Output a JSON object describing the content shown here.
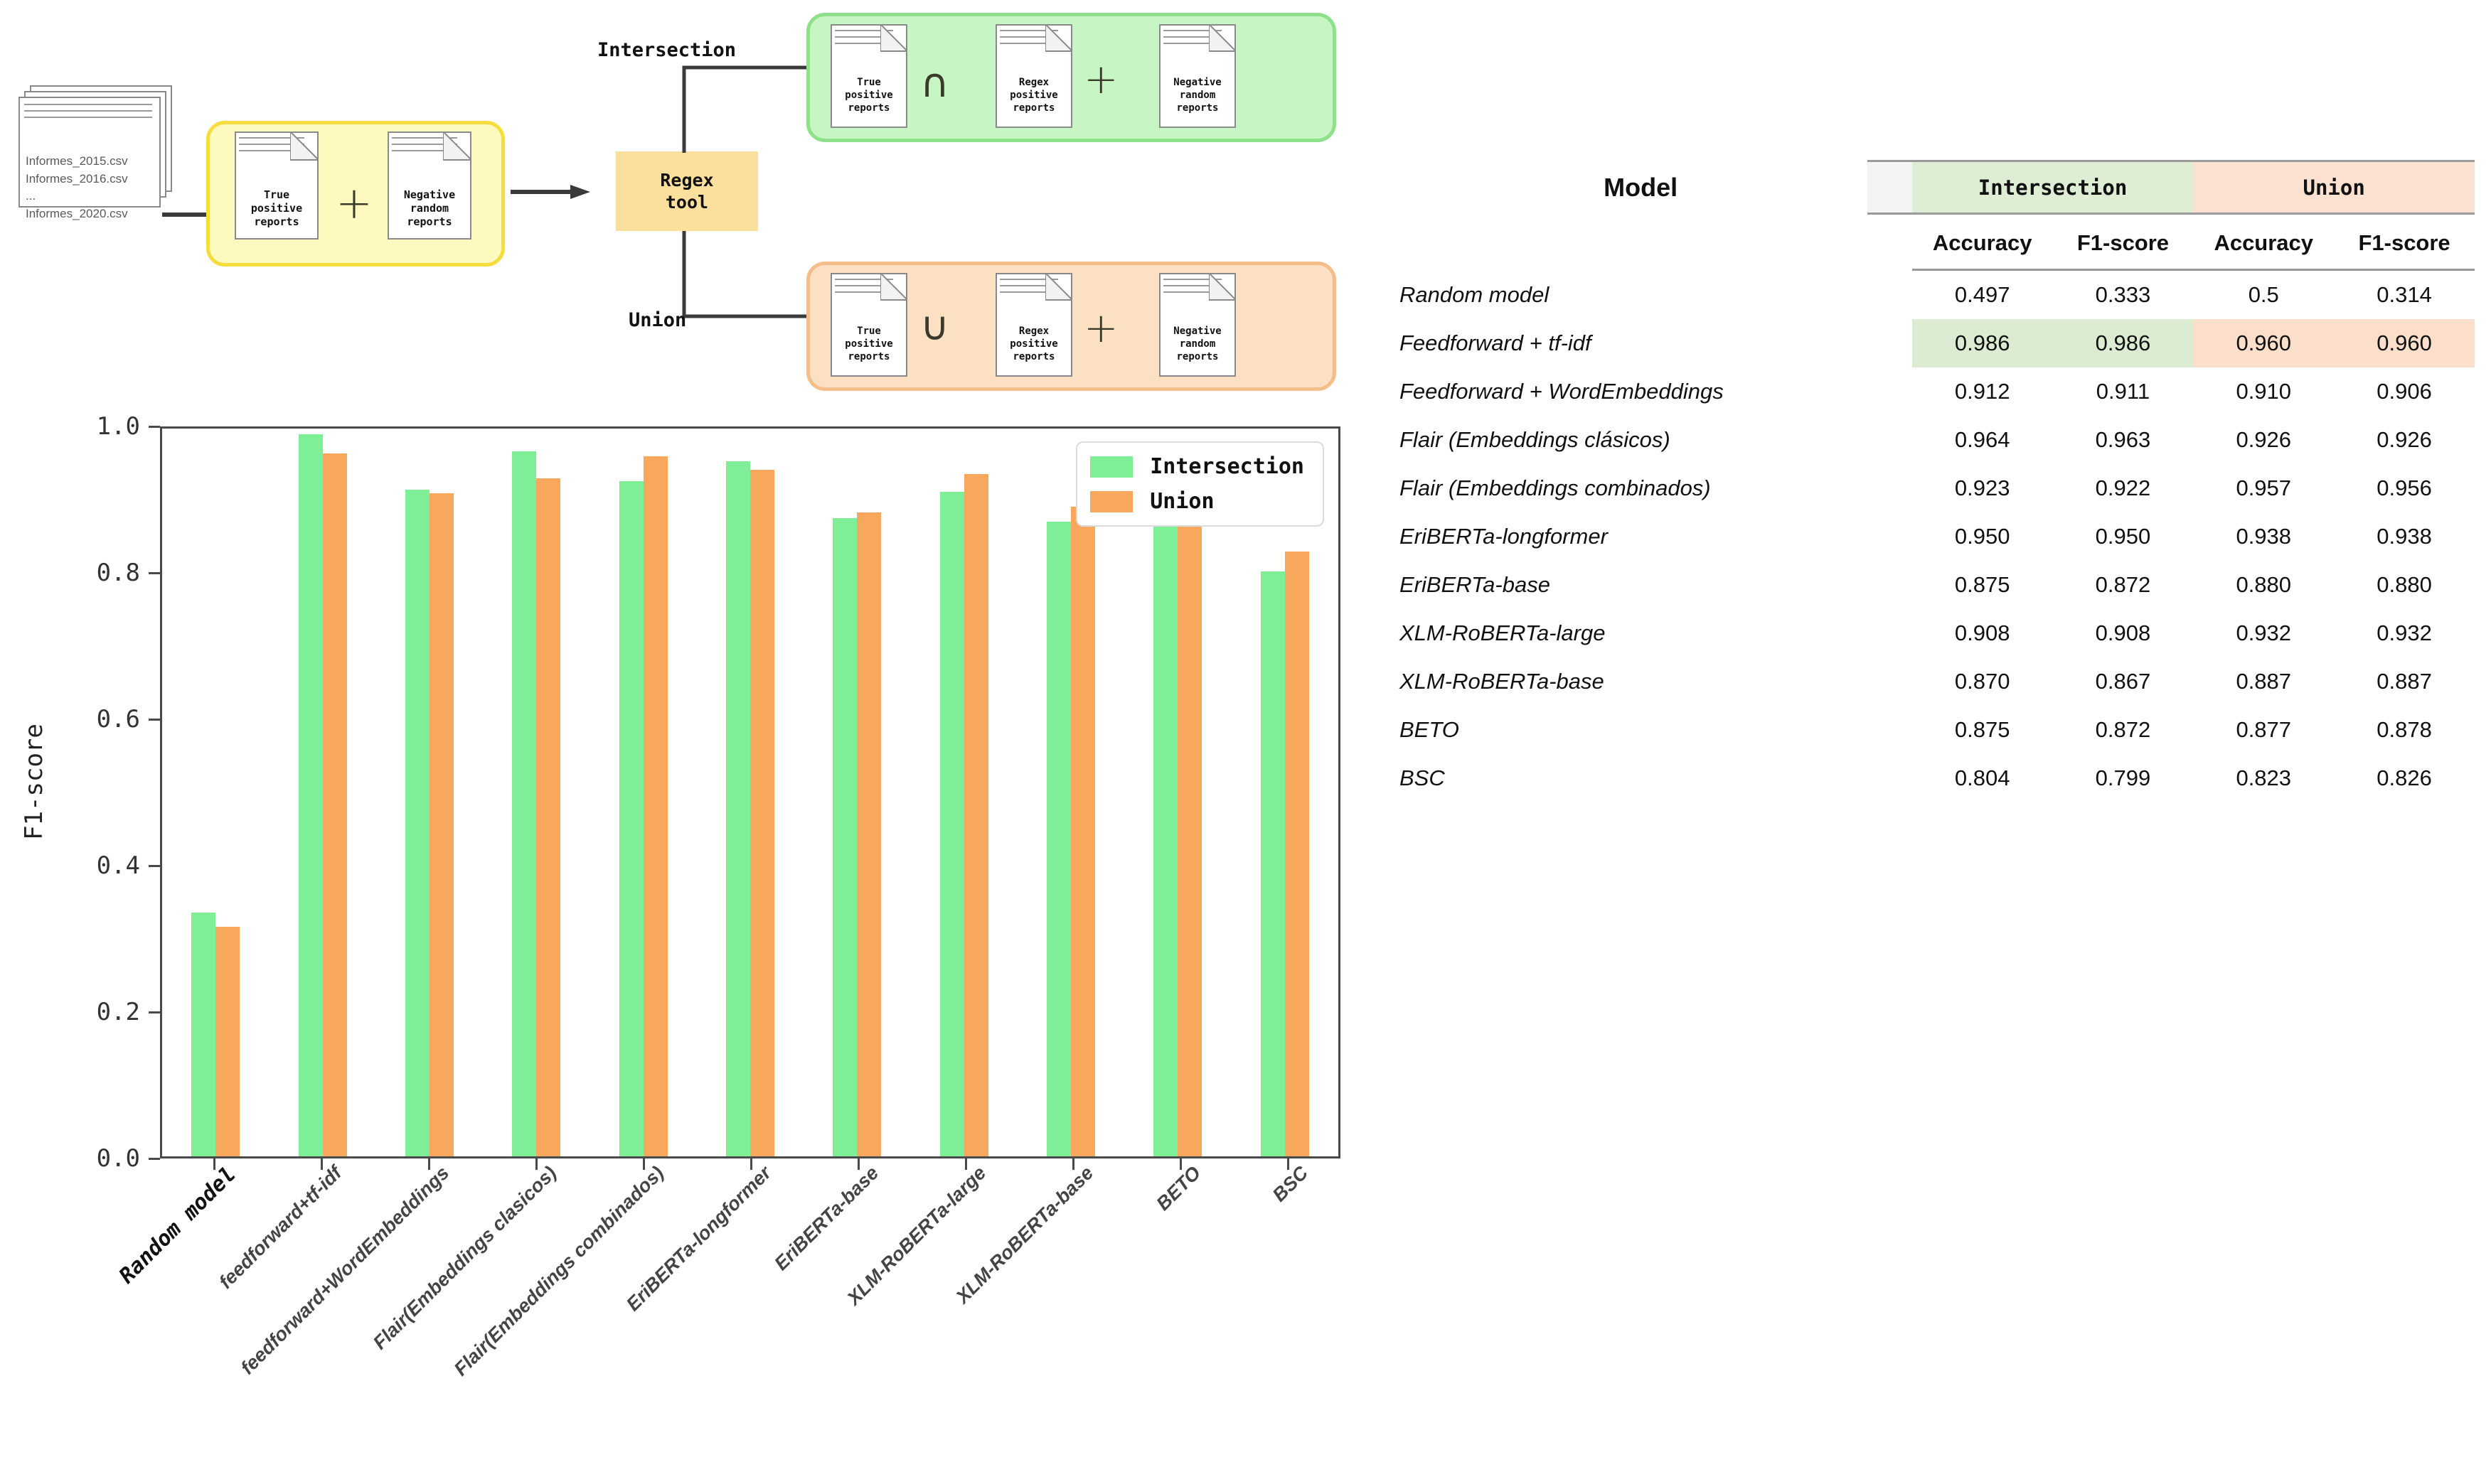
{
  "diagram": {
    "source_files": [
      "Informes_2015.csv",
      "Informes_2016.csv",
      "...",
      "Informes_2020.csv"
    ],
    "input_group": {
      "doc1": "True\npositive\nreports",
      "operator": "+",
      "doc2": "Negative\nrandom\nreports"
    },
    "regex_tool_label": "Regex\ntool",
    "branch_top_label": "Intersection",
    "branch_bottom_label": "Union",
    "intersection_group": {
      "doc1": "True\npositive\nreports",
      "op1": "∩",
      "doc2": "Regex\npositive\nreports",
      "op2": "+",
      "doc3": "Negative\nrandom\nreports"
    },
    "union_group": {
      "doc1": "True\npositive\nreports",
      "op1": "∪",
      "doc2": "Regex\npositive\nreports",
      "op2": "+",
      "doc3": "Negative\nrandom\nreports"
    },
    "colors": {
      "yellow_fill": "#fdf9bf",
      "yellow_border": "#f5dd3e",
      "green_fill": "#c7f5c4",
      "green_border": "#8fe08a",
      "orange_fill": "#fbe0c4",
      "orange_border": "#f4bd8a",
      "regex_fill": "#fbdf9c"
    }
  },
  "chart_data": {
    "type": "bar",
    "title": "",
    "xlabel": "",
    "ylabel": "F1-score",
    "ylim": [
      0.0,
      1.0
    ],
    "yticks": [
      "0.0",
      "0.2",
      "0.4",
      "0.6",
      "0.8",
      "1.0"
    ],
    "grid": false,
    "legend_position": "upper right",
    "categories": [
      "Random model",
      "feedforward+tf-idf",
      "feedforward+WordEmbeddings",
      "Flair(Embeddings clasicos)",
      "Flair(Embeddings combinados)",
      "EriBERTa-longformer",
      "EriBERTa-base",
      "XLM-RoBERTa-large",
      "XLM-RoBERTa-base",
      "BETO",
      "BSC"
    ],
    "series": [
      {
        "name": "Intersection",
        "color": "#7eee97",
        "values": [
          0.333,
          0.986,
          0.911,
          0.963,
          0.922,
          0.95,
          0.872,
          0.908,
          0.867,
          0.872,
          0.799
        ]
      },
      {
        "name": "Union",
        "color": "#f7a85d",
        "values": [
          0.314,
          0.96,
          0.906,
          0.926,
          0.956,
          0.938,
          0.88,
          0.932,
          0.887,
          0.878,
          0.826
        ]
      }
    ]
  },
  "table": {
    "corner_label": "Model",
    "groups": [
      {
        "label": "Intersection",
        "color": "#ddeed5"
      },
      {
        "label": "Union",
        "color": "#fbe2d0"
      }
    ],
    "subheaders": [
      "Accuracy",
      "F1-score",
      "Accuracy",
      "F1-score"
    ],
    "rows": [
      {
        "model": "Random model",
        "values": [
          "0.497",
          "0.333",
          "0.5",
          "0.314"
        ],
        "highlight": false
      },
      {
        "model": "Feedforward + tf-idf",
        "values": [
          "0.986",
          "0.986",
          "0.960",
          "0.960"
        ],
        "highlight": true
      },
      {
        "model": "Feedforward + WordEmbeddings",
        "values": [
          "0.912",
          "0.911",
          "0.910",
          "0.906"
        ],
        "highlight": false
      },
      {
        "model": "Flair (Embeddings clásicos)",
        "values": [
          "0.964",
          "0.963",
          "0.926",
          "0.926"
        ],
        "highlight": false
      },
      {
        "model": "Flair (Embeddings combinados)",
        "values": [
          "0.923",
          "0.922",
          "0.957",
          "0.956"
        ],
        "highlight": false
      },
      {
        "model": "EriBERTa-longformer",
        "values": [
          "0.950",
          "0.950",
          "0.938",
          "0.938"
        ],
        "highlight": false
      },
      {
        "model": "EriBERTa-base",
        "values": [
          "0.875",
          "0.872",
          "0.880",
          "0.880"
        ],
        "highlight": false
      },
      {
        "model": "XLM-RoBERTa-large",
        "values": [
          "0.908",
          "0.908",
          "0.932",
          "0.932"
        ],
        "highlight": false
      },
      {
        "model": "XLM-RoBERTa-base",
        "values": [
          "0.870",
          "0.867",
          "0.887",
          "0.887"
        ],
        "highlight": false
      },
      {
        "model": "BETO",
        "values": [
          "0.875",
          "0.872",
          "0.877",
          "0.878"
        ],
        "highlight": false
      },
      {
        "model": "BSC",
        "values": [
          "0.804",
          "0.799",
          "0.823",
          "0.826"
        ],
        "highlight": false
      }
    ]
  }
}
